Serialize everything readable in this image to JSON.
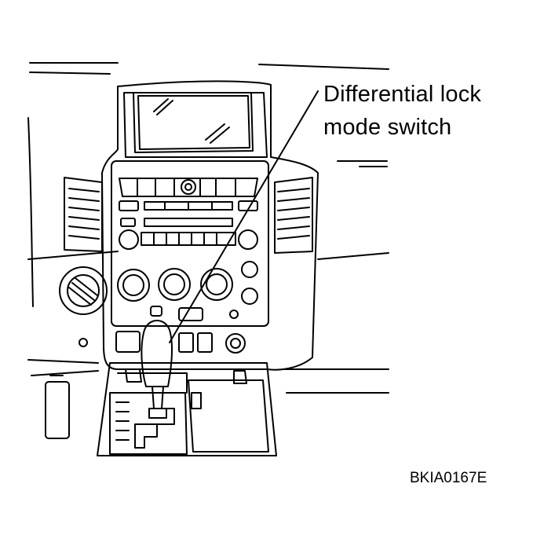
{
  "callout": {
    "line1": "Differential lock",
    "line2": "mode switch"
  },
  "figure_code": "BKIA0167E",
  "colors": {
    "ink": "#000000",
    "paper": "#ffffff"
  }
}
